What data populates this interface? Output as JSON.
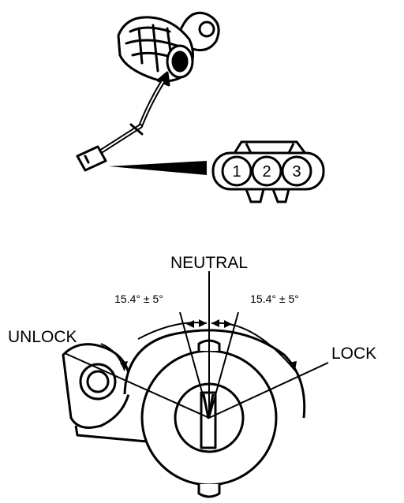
{
  "connector": {
    "pins": [
      "1",
      "2",
      "3"
    ]
  },
  "switch": {
    "neutral_label": "NEUTRAL",
    "unlock_label": "UNLOCK",
    "lock_label": "LOCK",
    "angle_left": "15.4° ± 5°",
    "angle_right": "15.4° ± 5°"
  }
}
